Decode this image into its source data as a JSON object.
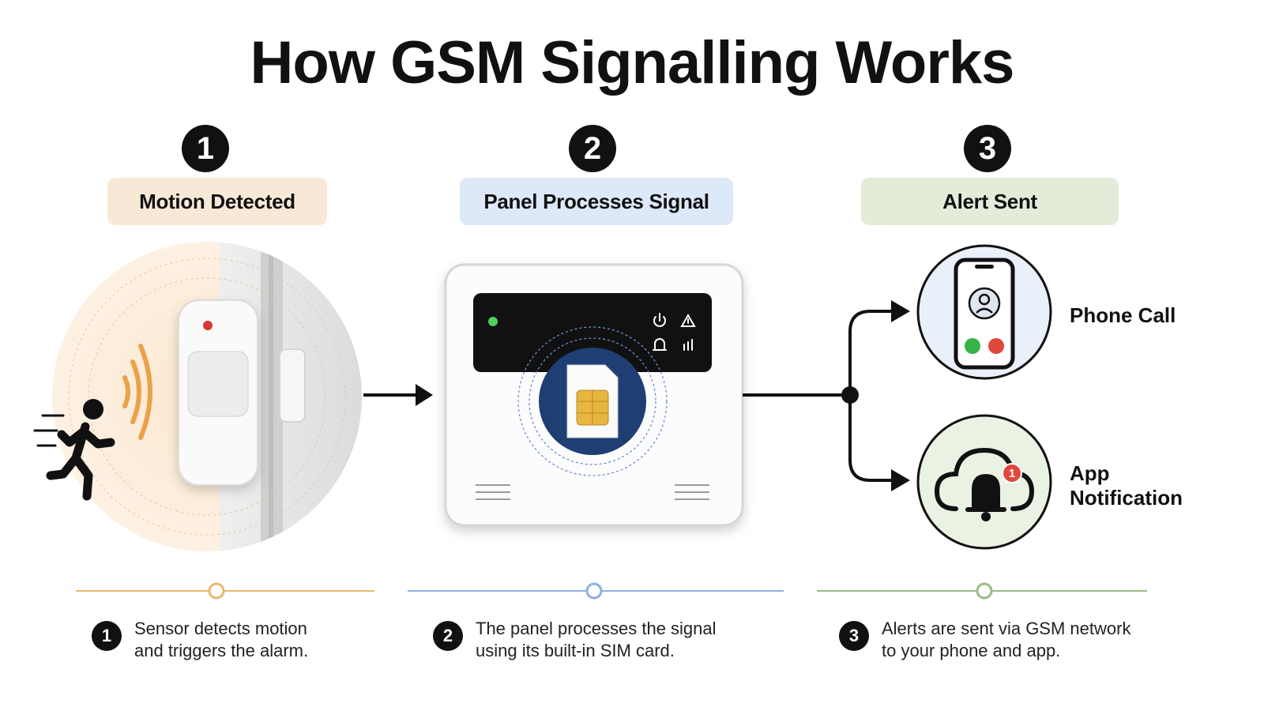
{
  "title": {
    "regular_a": "How ",
    "bold": "GSM Signalling",
    "regular_b": " Works"
  },
  "steps": [
    {
      "num": "1",
      "label": "Motion Detected",
      "color": "#f8e9d7",
      "line_color": "#e9b870",
      "desc_num": "1",
      "desc_line1": "Sensor detects motion",
      "desc_line2": "and triggers the alarm."
    },
    {
      "num": "2",
      "label": "Panel Processes Signal",
      "color": "#dde8f8",
      "line_color": "#8fb0e3",
      "desc_num": "2",
      "desc_line1": "The panel processes the signal",
      "desc_line2": "using its built-in SIM card."
    },
    {
      "num": "3",
      "label": "Alert Sent",
      "color": "#e2ecd9",
      "line_color": "#9cba86",
      "desc_num": "3",
      "desc_line1": "Alerts are sent via GSM network",
      "desc_line2": "to your phone and app."
    }
  ],
  "outputs": {
    "phone_call": "Phone Call",
    "app_line1": "App",
    "app_line2": "Notification",
    "notification_count": "1"
  },
  "icons": [
    "running-person-icon",
    "motion-sensor-icon",
    "power-icon",
    "warning-icon",
    "home-alarm-icon",
    "signal-icon",
    "sim-card-icon",
    "phone-icon",
    "user-avatar-icon",
    "accept-call-icon",
    "decline-call-icon",
    "cloud-icon",
    "bell-icon"
  ]
}
